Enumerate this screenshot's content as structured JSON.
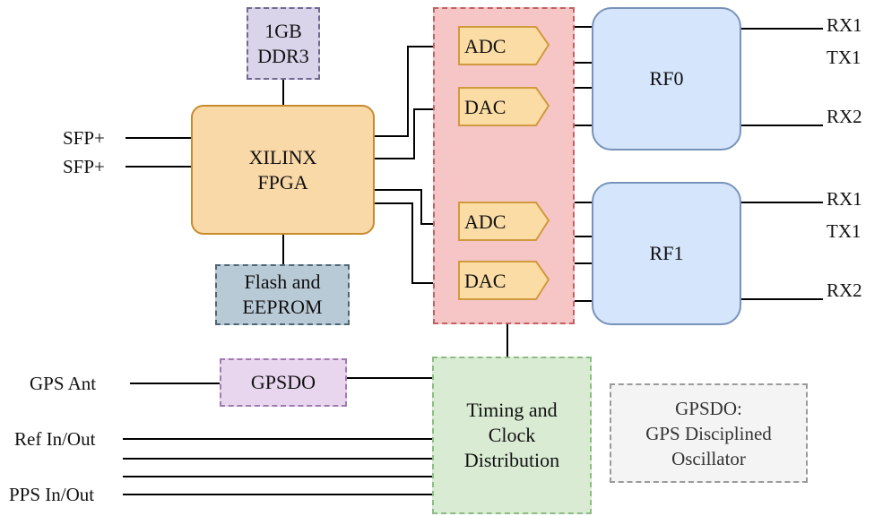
{
  "blocks": {
    "ddr": [
      "1GB",
      "DDR3"
    ],
    "fpga": [
      "XILINX",
      "FPGA"
    ],
    "flash": [
      "Flash and",
      "EEPROM"
    ],
    "rf0": "RF0",
    "rf1": "RF1",
    "gpsdo": "GPSDO",
    "timing": [
      "Timing and",
      "Clock",
      "Distribution"
    ],
    "converters": {
      "adc0": "ADC",
      "dac0": "DAC",
      "adc1": "ADC",
      "dac1": "DAC"
    }
  },
  "legend": [
    "GPSDO:",
    "GPS Disciplined",
    "Oscillator"
  ],
  "ports": {
    "sfp1": "SFP+",
    "sfp2": "SFP+",
    "gps_ant": "GPS Ant",
    "ref": "Ref In/Out",
    "pps": "PPS In/Out",
    "rf0_rx1": "RX1",
    "rf0_tx1": "TX1",
    "rf0_rx2": "RX2",
    "rf1_rx1": "RX1",
    "rf1_tx1": "TX1",
    "rf1_rx2": "RX2"
  },
  "colors": {
    "fpga_fill": "#fad9a8",
    "converter_fill": "#f6c6c6",
    "converter_shape_fill": "#fbdca4",
    "rf_fill": "#d5e5fb",
    "timing_fill": "#d9ecd3",
    "gpsdo_fill": "#e8d5ee",
    "ddr_fill": "#d9d4ea",
    "flash_fill": "#b9cad7",
    "legend_fill": "#f4f4f4"
  }
}
